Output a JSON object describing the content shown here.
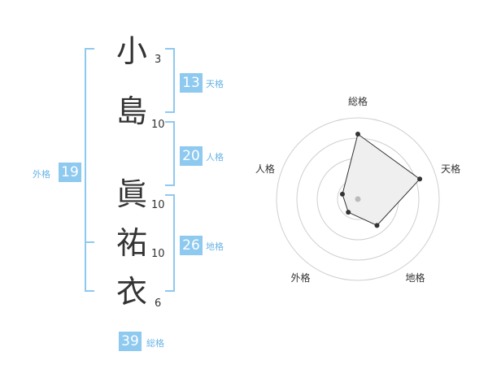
{
  "characters": [
    {
      "char": "小",
      "strokes": "3"
    },
    {
      "char": "島",
      "strokes": "10"
    },
    {
      "char": "眞",
      "strokes": "10"
    },
    {
      "char": "祐",
      "strokes": "10"
    },
    {
      "char": "衣",
      "strokes": "6"
    }
  ],
  "kaku": {
    "tenkaku": {
      "label": "天格",
      "value": "13"
    },
    "jinkaku": {
      "label": "人格",
      "value": "20"
    },
    "chikaku": {
      "label": "地格",
      "value": "26"
    },
    "gaikaku": {
      "label": "外格",
      "value": "19"
    },
    "soukaku": {
      "label": "総格",
      "value": "39"
    }
  },
  "colors": {
    "accent": "#8ec9f0",
    "label": "#6ab4e6",
    "bracket": "#8ec9f0"
  },
  "chart_data": {
    "type": "radar",
    "axes": [
      "総格",
      "天格",
      "地格",
      "外格",
      "人格"
    ],
    "values": [
      4,
      4,
      2,
      1,
      1
    ],
    "max": 5,
    "rings": 4
  }
}
